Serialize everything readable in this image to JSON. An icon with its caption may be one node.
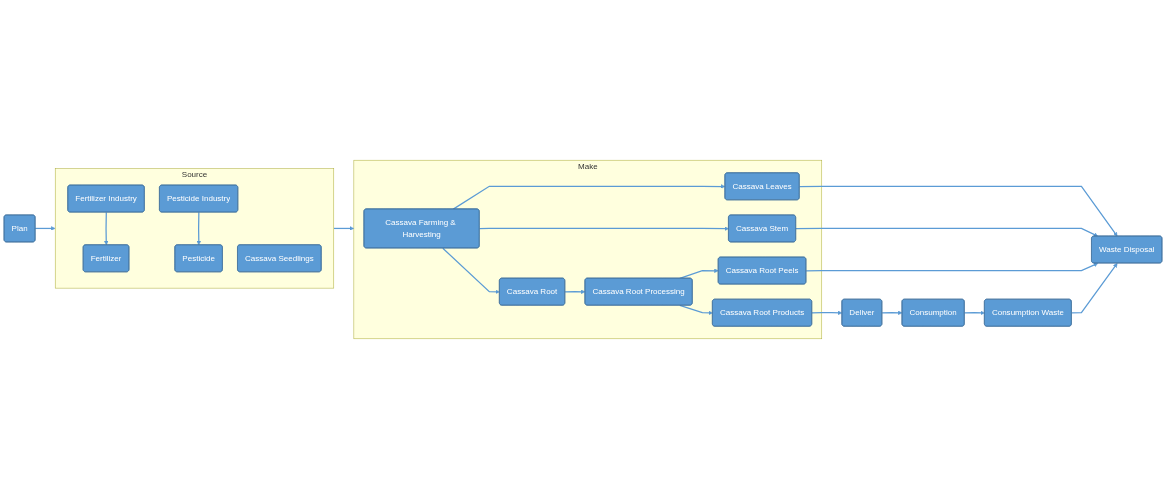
{
  "diagram": {
    "nodes": [
      {
        "text": [
          "Plan"
        ]
      },
      {
        "text": [
          "Source"
        ]
      },
      {
        "text": [
          "Fertilizer Industry"
        ],
        "in": 1
      },
      {
        "text": [
          "Pesticide Industry"
        ],
        "in": 1
      },
      {
        "text": [
          "Fertilizer"
        ],
        "in": 1
      },
      {
        "text": [
          "Pesticide"
        ],
        "in": 1
      },
      {
        "text": [
          "Cassava Seedlings"
        ],
        "in": 1
      },
      {
        "text": [
          "Make"
        ]
      },
      {
        "text": [
          "Cassava Farming & Harvesting"
        ],
        "in": 7
      },
      {
        "text": [
          "Cassava Root"
        ],
        "in": 7
      },
      {
        "text": [
          "Cassava Leaves"
        ],
        "in": 7
      },
      {
        "text": [
          "Cassava Stem"
        ],
        "in": 7
      },
      {
        "text": [
          "Cassava Root Processing"
        ],
        "in": 7
      },
      {
        "text": [
          "Cassava Root Peels"
        ],
        "in": 7
      },
      {
        "text": [
          "Cassava Root Products"
        ],
        "in": 7
      },
      {
        "text": [
          "Deliver"
        ]
      },
      {
        "text": [
          "Consumption"
        ]
      },
      {
        "text": [
          "Consumption Waste"
        ]
      },
      {
        "text": [
          "Waste Disposal"
        ]
      }
    ],
    "edges": [
      {
        "from": 0,
        "to": 1,
        "arrow": "to"
      },
      {
        "from": 2,
        "to": 4,
        "arrow": "to"
      },
      {
        "from": 3,
        "to": 5,
        "arrow": "to"
      },
      {
        "from": 1,
        "to": 7,
        "arrow": "to"
      },
      {
        "from": 8,
        "to": 9,
        "arrow": "to"
      },
      {
        "from": 8,
        "to": 10,
        "arrow": "to"
      },
      {
        "from": 8,
        "to": 11,
        "arrow": "to"
      },
      {
        "from": 9,
        "to": 12,
        "arrow": "to"
      },
      {
        "from": 12,
        "to": 14,
        "arrow": "to"
      },
      {
        "from": 12,
        "to": 13,
        "arrow": "to"
      },
      {
        "from": 14,
        "to": 15,
        "arrow": "to"
      },
      {
        "from": 15,
        "to": 16,
        "arrow": "to"
      },
      {
        "from": 16,
        "to": 17,
        "arrow": "to"
      },
      {
        "from": 10,
        "to": 18,
        "arrow": "to"
      },
      {
        "from": 11,
        "to": 18,
        "arrow": "to"
      },
      {
        "from": 13,
        "to": 18,
        "arrow": "to"
      },
      {
        "from": 17,
        "to": 18,
        "arrow": "to"
      }
    ]
  }
}
